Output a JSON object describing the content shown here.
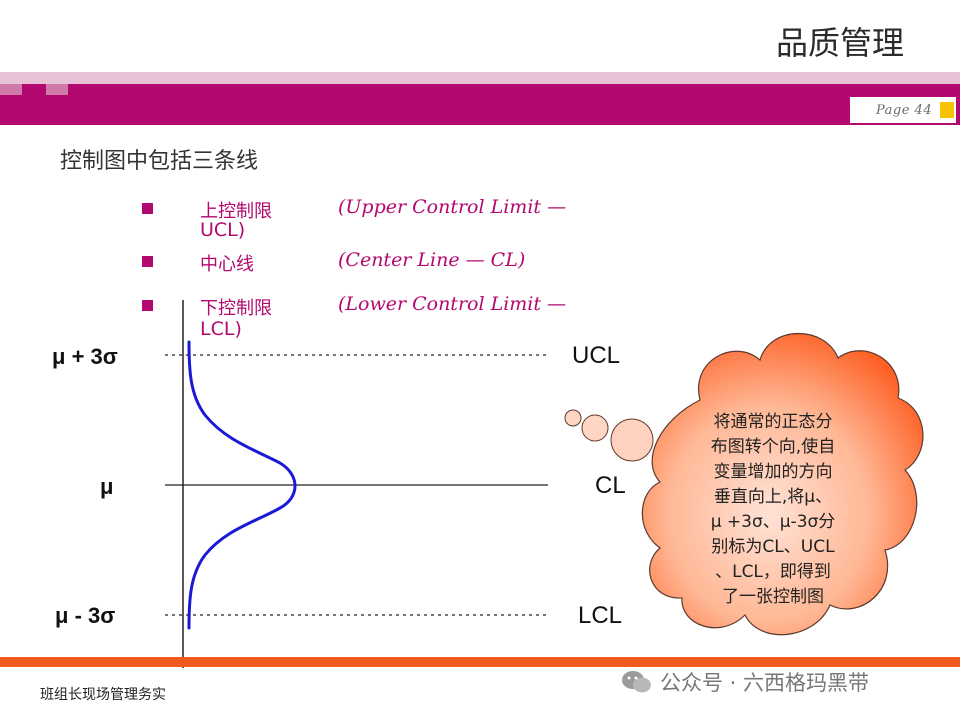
{
  "title": "品质管理",
  "page_label": "Page 44",
  "heading": "控制图中包括三条线",
  "items": [
    {
      "cn": "上控制限",
      "en": "(Upper Control Limit —",
      "wrap": "UCL)"
    },
    {
      "cn": "中心线",
      "en": "(Center Line —  CL)",
      "wrap": ""
    },
    {
      "cn": "下控制限",
      "en": "(Lower Control  Limit —",
      "wrap": "LCL)"
    }
  ],
  "axis_labels": {
    "top": "μ + 3σ",
    "mid": "μ",
    "bottom": "μ - 3σ"
  },
  "line_labels": {
    "ucl": "UCL",
    "cl": "CL",
    "lcl": "LCL"
  },
  "cloud_lines": [
    "将通常的正态分",
    "布图转个向,使自",
    "变量增加的方向",
    "垂直向上,将μ、",
    "μ +3σ、μ-3σ分",
    "别标为CL、UCL",
    "、LCL，即得到",
    "了一张控制图"
  ],
  "footer": "班组长现场管理务实",
  "watermark": "公众号 · 六西格玛黑带",
  "colors": {
    "accent": "#b3086f",
    "orange": "#f05a1c",
    "curve": "#1a1ad6",
    "cloud": "#fe6a30"
  }
}
